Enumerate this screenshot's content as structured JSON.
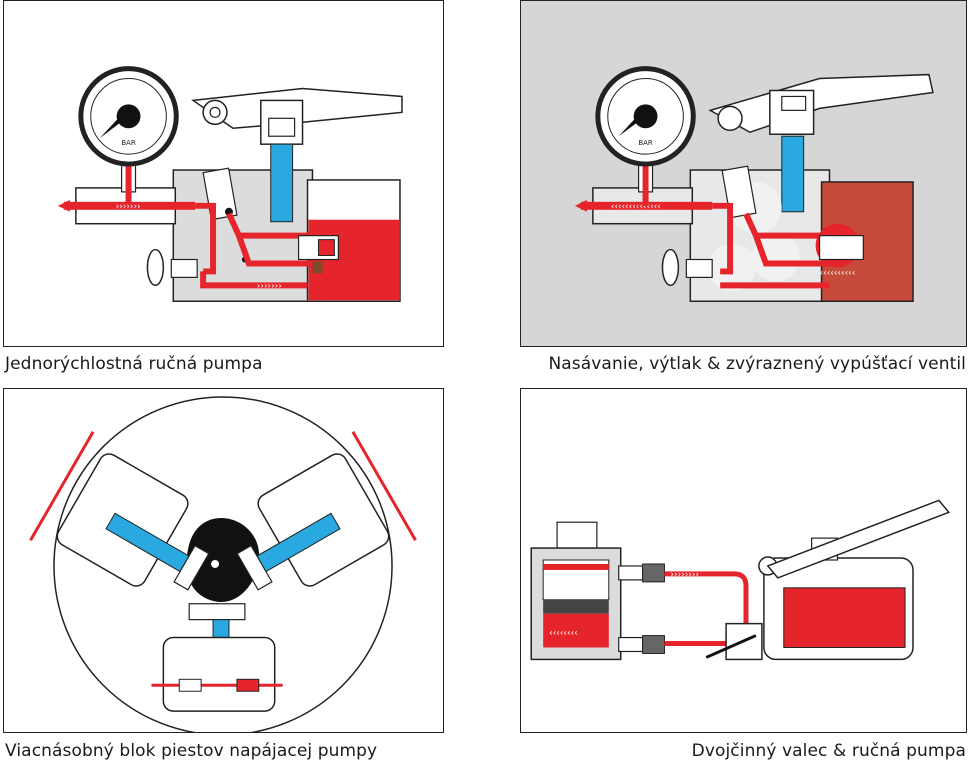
{
  "colors": {
    "accent_red": "#e6242b",
    "fluid_blue": "#29a9df",
    "body_gray": "#dcdcdc",
    "panel_bg_gray": "#d6d6d6",
    "outline": "#222222"
  },
  "panels": [
    {
      "id": "single-speed-hand-pump",
      "caption": "Jednorýchlostná ručná pumpa",
      "gauge_label": "BAR"
    },
    {
      "id": "suction-discharge-release-valve",
      "caption": "Nasávanie, výtlak & zvýraznený vypúšťací ventil",
      "gauge_label": "BAR"
    },
    {
      "id": "multi-piston-feed-block",
      "caption": "Viacnásobný blok piestov napájacej pumpy"
    },
    {
      "id": "double-acting-cylinder-hand-pump",
      "caption": "Dvojčinný valec & ručná pumpa"
    }
  ]
}
